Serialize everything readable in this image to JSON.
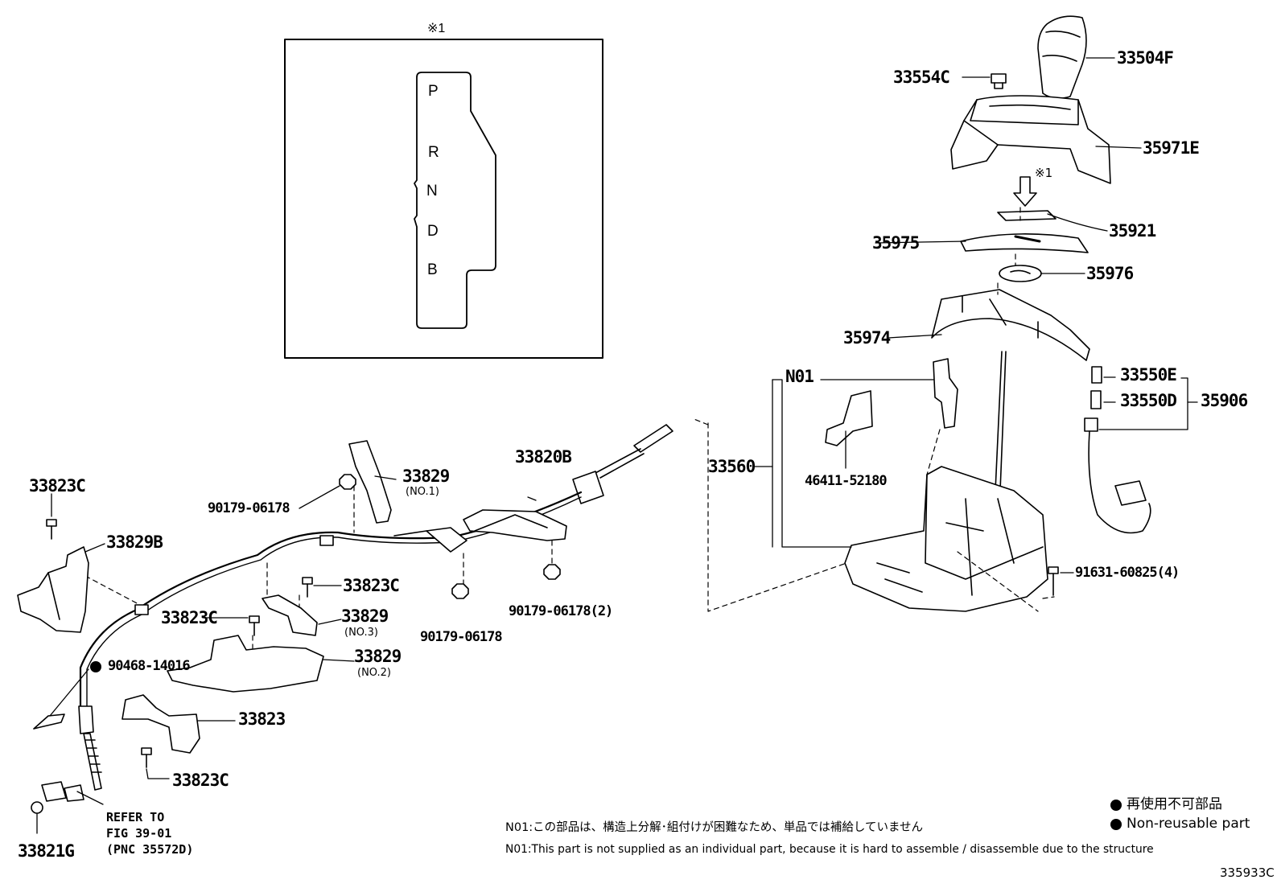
{
  "inset": {
    "mark": "※1",
    "gates": [
      "P",
      "R",
      "N",
      "D",
      "B"
    ]
  },
  "parts": {
    "p33504F": "33504F",
    "p33554C": "33554C",
    "p35971E": "35971E",
    "p35921": "35921",
    "p35975": "35975",
    "p35976": "35976",
    "p35974": "35974",
    "n01": "N01",
    "p33550E": "33550E",
    "p33550D": "33550D",
    "p35906": "35906",
    "p33560": "33560",
    "p46411": "46411-52180",
    "p91631": "91631-60825(4)",
    "p33820B": "33820B",
    "p33829_1": "33829",
    "p33829_1_sub": "(NO.1)",
    "p90179_a": "90179-06178",
    "p33823C_a": "33823C",
    "p33829B": "33829B",
    "p33823C_b": "33823C",
    "p33823C_c": "33823C",
    "p33829_3": "33829",
    "p33829_3_sub": "(NO.3)",
    "p90179_b": "90179-06178",
    "p90179_c": "90179-06178(2)",
    "p90468": "90468-14016",
    "p33829_2": "33829",
    "p33829_2_sub": "(NO.2)",
    "p33823": "33823",
    "p33823C_d": "33823C",
    "p33821G": "33821G",
    "arrow_mark": "※1"
  },
  "refer": {
    "line1": "REFER TO",
    "line2": "FIG 39-01",
    "line3": "(PNC 35572D)"
  },
  "legend": {
    "jp": "再使用不可部品",
    "en": "Non-reusable part"
  },
  "notes": {
    "jp": "N01:この部品は、構造上分解･組付けが困難なため、単品では補給していません",
    "en": "N01:This part is not supplied as an individual part, because it is hard to assemble / disassemble due to the structure"
  },
  "figure_id": "335933C"
}
